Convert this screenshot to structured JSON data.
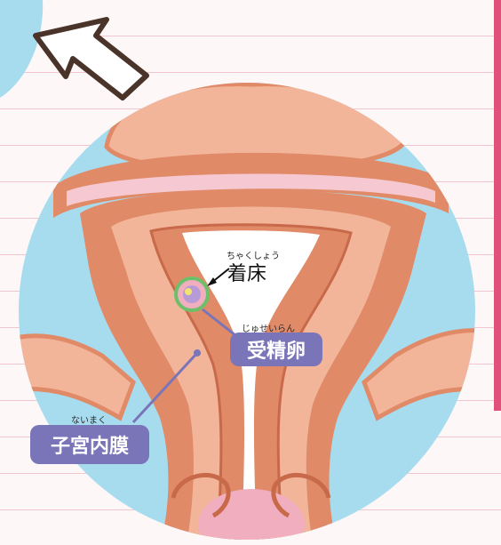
{
  "labels": {
    "implantation": {
      "text": "着床",
      "ruby": "ちゃくしょう"
    },
    "fertilized_egg": {
      "text": "受精卵",
      "ruby": "じゅせいらん"
    },
    "endometrium": {
      "text": "子宮内膜",
      "ruby": "ないまく"
    }
  },
  "colors": {
    "circle_bg": "#a7dcef",
    "uterus_outer": "#e08a67",
    "uterus_inner": "#f2b59a",
    "cavity": "#ffffff",
    "pink": "#f0aebf",
    "label_pill": "#7a74b8",
    "egg_ring": "#6cc06a",
    "arrow_outline": "#4a3328",
    "accent_line": "#e0507a"
  },
  "icons": [
    "arrow-icon",
    "egg-icon"
  ]
}
